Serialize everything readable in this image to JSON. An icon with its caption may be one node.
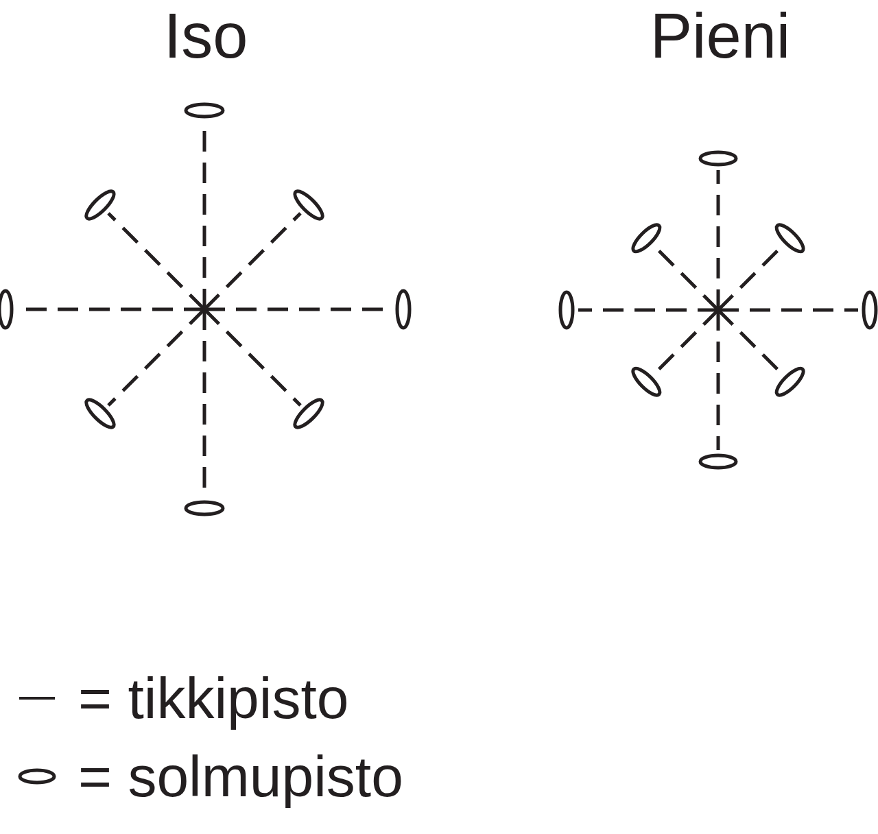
{
  "diagram": {
    "labels": [
      "Iso",
      "Pieni"
    ],
    "legend": [
      {
        "text": "= tikkipisto"
      },
      {
        "text": "= solmupisto"
      }
    ]
  }
}
